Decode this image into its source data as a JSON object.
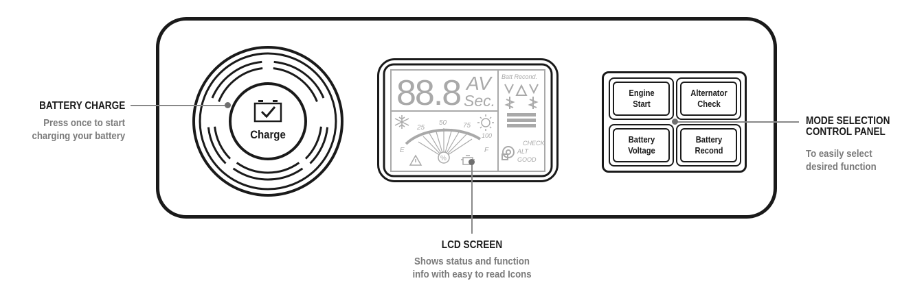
{
  "annotations": {
    "battery_charge": {
      "title": "BATTERY CHARGE",
      "desc_line1": "Press once to start",
      "desc_line2": "charging your battery"
    },
    "lcd_screen": {
      "title": "LCD SCREEN",
      "desc_line1": "Shows status and function",
      "desc_line2": "info with easy to read Icons"
    },
    "mode_selection": {
      "title_line1": "MODE SELECTION",
      "title_line2": "CONTROL PANEL",
      "desc_line1": "To easily select",
      "desc_line2": "desired function"
    }
  },
  "charge_button": {
    "label": "Charge",
    "icon": "battery-check-icon"
  },
  "lcd": {
    "digits": "88.8",
    "unit_top": "AV",
    "unit_bottom": "Sec.",
    "batt_recond": "Batt Recond.",
    "gauge_ticks": [
      "25",
      "50",
      "75",
      "100"
    ],
    "gauge_empty": "E",
    "gauge_full": "F",
    "percent_symbol": "%",
    "check": "CHECK",
    "alt": "ALT",
    "good": "GOOD",
    "icons": [
      "snowflake-icon",
      "sun-icon",
      "warning-triangle-icon",
      "engine-icon",
      "alternator-icon",
      "battery-icon"
    ]
  },
  "mode_buttons": [
    {
      "line1": "Engine",
      "line2": "Start"
    },
    {
      "line1": "Alternator",
      "line2": "Check"
    },
    {
      "line1": "Battery",
      "line2": "Voltage"
    },
    {
      "line1": "Battery",
      "line2": "Recond"
    }
  ],
  "colors": {
    "outline": "#1a1a1a",
    "lcd_segment": "#a9a9a9",
    "leader": "#888888",
    "desc_text": "#7a7a7a"
  }
}
